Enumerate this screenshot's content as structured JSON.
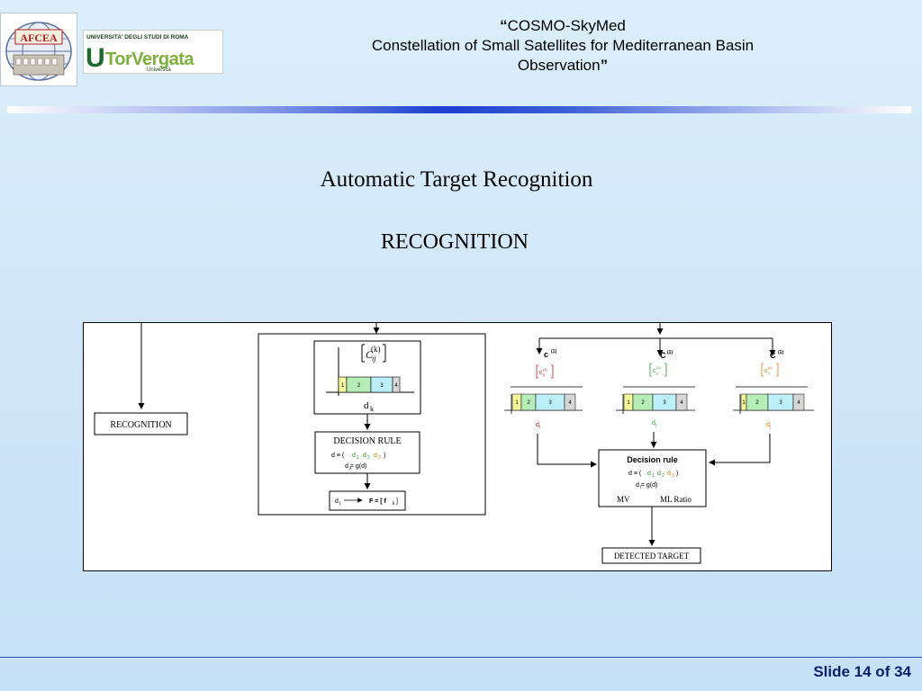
{
  "header": {
    "quote_open": "“",
    "title_line1": "COSMO-SkyMed",
    "title_line2": "Constellation of Small Satellites for Mediterranean Basin",
    "title_line3": "Observation",
    "quote_close": "”"
  },
  "logos": {
    "afcea_text": "AFCEA",
    "tv_univ_text": "UNIVERSITA' DEGLI STUDI DI ROMA",
    "tv_letter_u": "U",
    "tv_main_text": "TorVergata",
    "tv_sub_text": "Università"
  },
  "main_title": "Automatic Target Recognition",
  "sub_title": "RECOGNITION",
  "diagram": {
    "recognition_box": "RECOGNITION",
    "left_panel": {
      "symbol_c": "C",
      "symbol_sub": "ij",
      "symbol_sup": "(k)",
      "segments": [
        "1",
        "2",
        "3",
        "4"
      ],
      "dk_label": "d",
      "dk_sub": "k",
      "decision_rule_title": "DECISION RULE",
      "rule_line1_prefix": "d ≡ (",
      "rule_d1": "d",
      "rule_d1_sub": "1",
      "rule_d2": "d",
      "rule_d2_sub": "2",
      "rule_d3": "d",
      "rule_d3_sub": "3",
      "rule_line1_suffix": ")",
      "rule_line2": "d = g(d)",
      "rule_line2_sub": "x",
      "output_di": "d",
      "output_di_sub": "i",
      "output_f": "F = [ f",
      "output_f_sub": "k",
      "output_f_close": "]"
    },
    "right_panel": {
      "c_labels": [
        "c",
        "C",
        "C"
      ],
      "c_sup": "(1)",
      "class_symbols": [
        "c",
        "c",
        "c"
      ],
      "class_sups": [
        "(1)",
        "(2)",
        "(3)"
      ],
      "class_subs": [
        "ij",
        "ij",
        "ij"
      ],
      "segments": [
        "1",
        "2",
        "3",
        "4"
      ],
      "d_labels": [
        "d",
        "d",
        "d"
      ],
      "d_subs": [
        "i",
        "j",
        "j"
      ],
      "decision_title": "Decision rule",
      "dr_line1_prefix": "d ≡ (",
      "dr_d1": "d",
      "dr_d1_sub": "1",
      "dr_d2": "d",
      "dr_d2_sub": "2",
      "dr_d3": "d",
      "dr_d3_sub": "3",
      "dr_line1_suffix": ")",
      "dr_line2": "d = g(d)",
      "dr_line2_sub": "i",
      "mv_label": "MV",
      "ml_label": "ML Ratio",
      "detected_target": "DETECTED TARGET"
    }
  },
  "footer": {
    "slide_label": "Slide 14 of 34"
  },
  "colors": {
    "seg1": "#f3f79a",
    "seg2": "#b6ecb6",
    "seg3": "#bdeff8",
    "seg4": "#d6d6d6",
    "green": "#2f9a2f",
    "orange": "#e07a10",
    "red": "#c81e1e",
    "rule_bar": "#1b3fd0"
  }
}
